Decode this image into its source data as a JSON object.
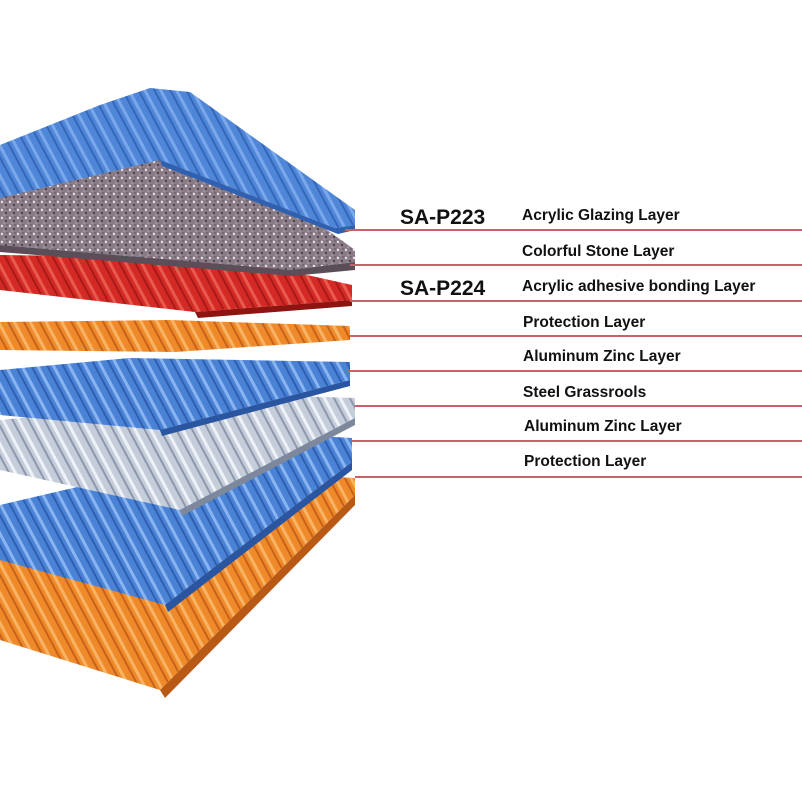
{
  "product_codes": [
    "SA-P223",
    "SA-P224"
  ],
  "layers": [
    "Acrylic Glazing Layer",
    "Colorful Stone Layer",
    "Acrylic adhesive bonding Layer",
    "Protection Layer",
    "Aluminum Zinc Layer",
    "Steel Grassrools",
    "Aluminum Zinc Layer",
    "Protection Layer"
  ],
  "colors": {
    "leader_line": "#c9606a",
    "glazing_blue": "#4f86d8",
    "stone_speckle": "#8a7c86",
    "adhesive_red": "#d42a26",
    "protection_orange": "#ef8a2a",
    "zinc_blue": "#4a82d6",
    "steel_grey": "#c5cdda"
  }
}
